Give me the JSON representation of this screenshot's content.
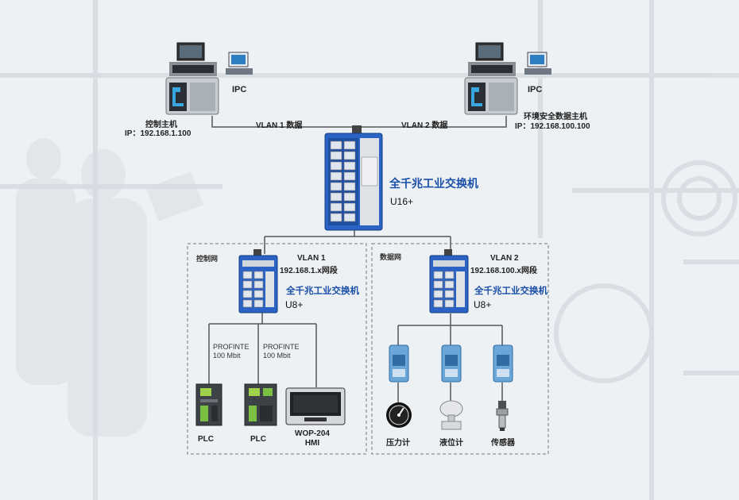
{
  "top": {
    "left_host": {
      "ipc_label": "IPC",
      "name": "控制主机",
      "ip": "IP：192.168.1.100"
    },
    "right_host": {
      "ipc_label": "IPC",
      "name": "环境安全数据主机",
      "ip": "IP：192.168.100.100"
    },
    "vlan1_link": "VLAN 1 数据",
    "vlan2_link": "VLAN 2 数据"
  },
  "core_switch": {
    "title": "全千兆工业交换机",
    "model": "U16+"
  },
  "left_zone": {
    "label": "控制网",
    "vlan": "VLAN 1",
    "subnet": "192.168.1.x网段",
    "switch_title": "全千兆工业交换机",
    "switch_model": "U8+",
    "link1": [
      "PROFINTE",
      "100 Mbit"
    ],
    "link2": [
      "PROFINTE",
      "100 Mbit"
    ],
    "devices": [
      {
        "label": "PLC"
      },
      {
        "label": "PLC"
      },
      {
        "label": "WOP-204",
        "label2": "HMI"
      }
    ]
  },
  "right_zone": {
    "label": "数据网",
    "vlan": "VLAN 2",
    "subnet": "192.168.100.x网段",
    "switch_title": "全千兆工业交换机",
    "switch_model": "U8+",
    "devices": [
      {
        "label": "压力计"
      },
      {
        "label": "液位计"
      },
      {
        "label": "传感器"
      }
    ]
  },
  "colors": {
    "accent_blue": "#1a4fa8",
    "switch_blue": "#2a63c4",
    "line": "#555555"
  }
}
